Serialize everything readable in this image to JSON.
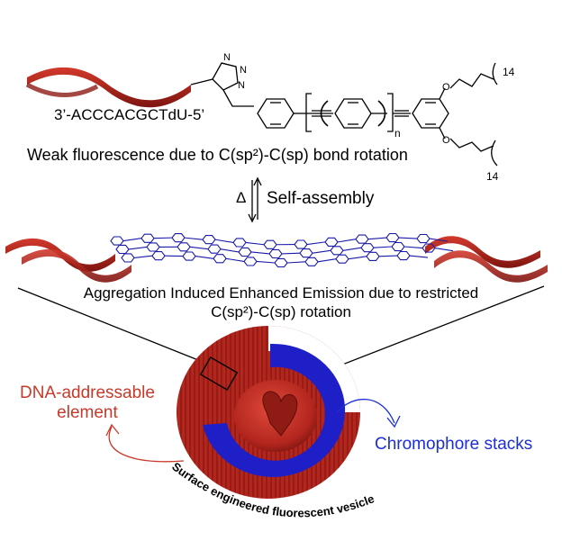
{
  "strand_label": "3’-ACCCACGCTdU-5’",
  "triazole_n": "N",
  "repeat_n": "n",
  "chain_count_top": "14",
  "chain_count_bottom": "14",
  "oxygen": "O",
  "weak_fluorescence": "Weak fluorescence due to C(sp²)-C(sp) bond rotation",
  "delta": "Δ",
  "self_assembly": "Self-assembly",
  "aiee_line1": "Aggregation Induced Enhanced Emission due to restricted",
  "aiee_line2": "C(sp²)-C(sp) rotation",
  "dna_label_line1": "DNA-addressable",
  "dna_label_line2": "element",
  "chromophore_label": "Chromophore stacks",
  "vesicle_label": "Surface engineered fluorescent vesicle",
  "colors": {
    "dna_red": "#b3261e",
    "chromophore_blue": "#1a1aa8",
    "label_red": "#c8392b",
    "label_blue": "#1c2fd6"
  }
}
